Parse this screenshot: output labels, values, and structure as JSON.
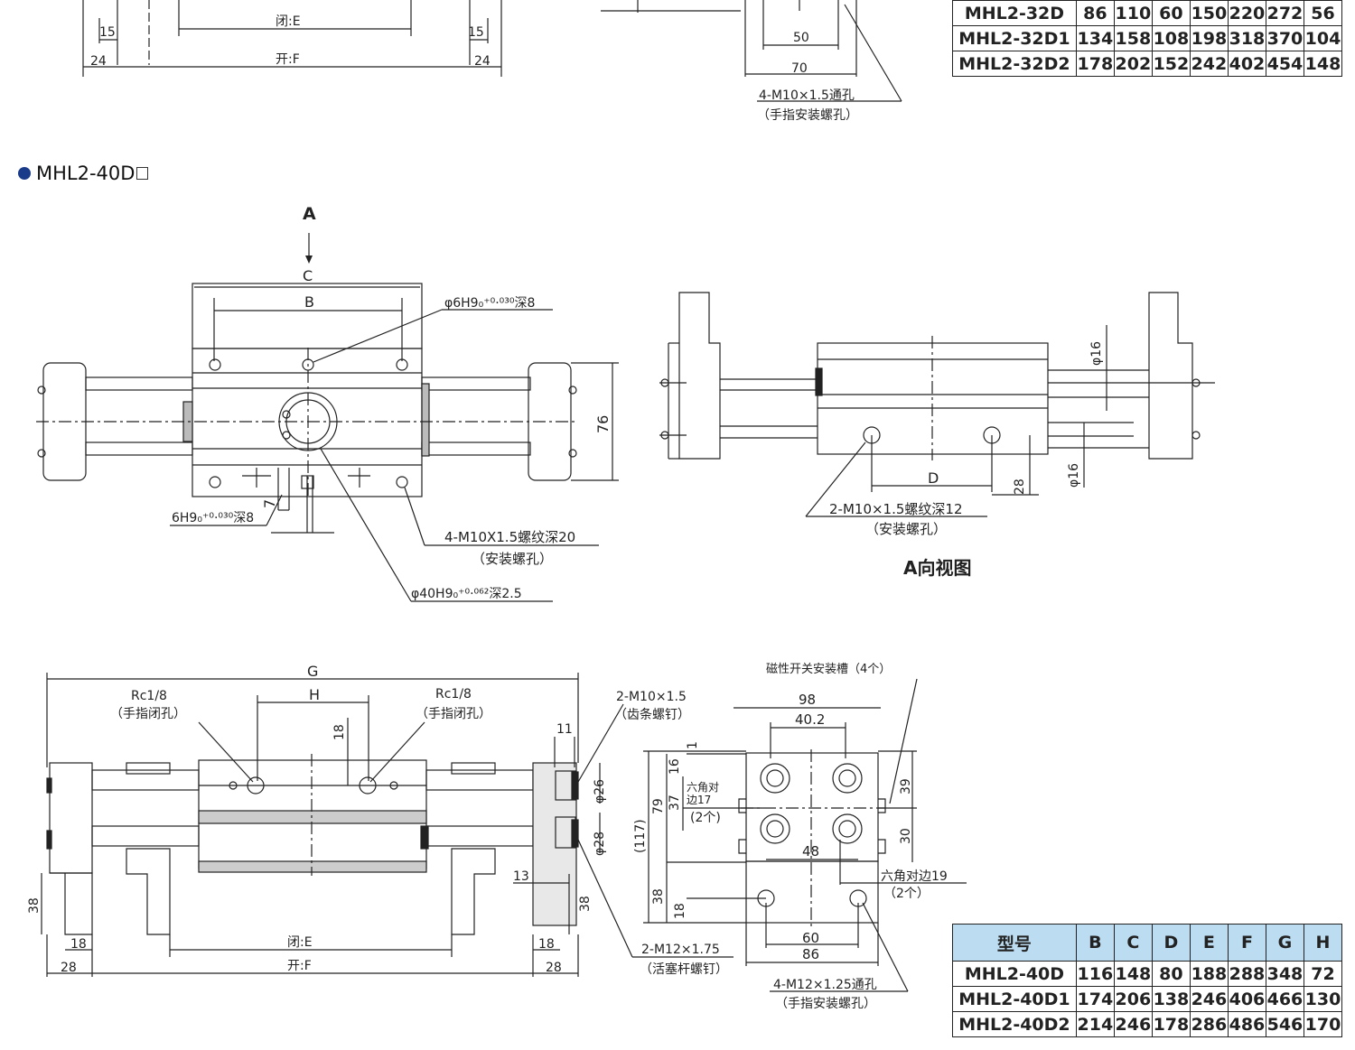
{
  "section_title": "MHL2-40D",
  "top_fragment": {
    "labels": {
      "close_e": "闭:E",
      "open_f": "开:F",
      "d15a": "15",
      "d15b": "15",
      "d24a": "24",
      "d24b": "24",
      "d50": "50",
      "d70": "70",
      "d1": "15",
      "hole_note": "4-M10×1.5通孔",
      "hole_note_sub": "（手指安装螺孔）"
    },
    "table_rows": [
      [
        "MHL2-32D",
        "86",
        "110",
        "60",
        "150",
        "220",
        "272",
        "56"
      ],
      [
        "MHL2-32D1",
        "134",
        "158",
        "108",
        "198",
        "318",
        "370",
        "104"
      ],
      [
        "MHL2-32D2",
        "178",
        "202",
        "152",
        "242",
        "402",
        "454",
        "148"
      ]
    ]
  },
  "front_view": {
    "A": "A",
    "C": "C",
    "B": "B",
    "d76": "76",
    "d7": "7",
    "pin_hole": "φ6H9₀⁺⁰·⁰³⁰深8",
    "pin_hole_bottom": "6H9₀⁺⁰·⁰³⁰深8",
    "mount_note": "4-M10X1.5螺纹深20",
    "mount_note_sub": "（安装螺孔）",
    "boss_note": "φ40H9₀⁺⁰·⁰⁶²深2.5"
  },
  "a_view": {
    "title": "A向视图",
    "phi16a": "φ16",
    "phi16b": "φ16",
    "D": "D",
    "d28": "28",
    "thread_note": "2-M10×1.5螺纹深12",
    "thread_note_sub": "（安装螺孔）"
  },
  "bottom_view": {
    "G": "G",
    "H": "H",
    "d18": "18",
    "rc_left": "Rc1/8",
    "rc_left_sub": "（手指闭孔）",
    "rc_right": "Rc1/8",
    "rc_right_sub": "（手指闭孔）",
    "rack_screw": "2-M10×1.5",
    "rack_screw_sub": "（齿条螺钉）",
    "d11": "11",
    "phi26": "φ26",
    "phi28": "φ28",
    "d13": "13",
    "d38a": "38",
    "d38b": "38",
    "d18a": "18",
    "d18b": "18",
    "d28a": "28",
    "d28b": "28",
    "close_e": "闭:E",
    "open_f": "开:F",
    "piston_screw": "2-M12×1.75",
    "piston_screw_sub": "（活塞杆螺钉）"
  },
  "side_view": {
    "slot_note": "磁性开关安装槽（4个）",
    "d98": "98",
    "d40_2": "40.2",
    "d1": "1",
    "d16": "16",
    "d37": "37",
    "d79": "79",
    "d117": "(117)",
    "hex17": "六角对",
    "hex17b": "边17",
    "hex17c": "(2个)",
    "d39": "39",
    "d30": "30",
    "d48": "48",
    "hex19": "六角对边19",
    "hex19_sub": "（2个）",
    "d38": "38",
    "d18": "18",
    "d60": "60",
    "d86": "86",
    "hole_note": "4-M12×1.25通孔",
    "hole_note_sub": "（手指安装螺孔）"
  },
  "table": {
    "headers": [
      "型号",
      "B",
      "C",
      "D",
      "E",
      "F",
      "G",
      "H"
    ],
    "rows": [
      [
        "MHL2-40D",
        "116",
        "148",
        "80",
        "188",
        "288",
        "348",
        "72"
      ],
      [
        "MHL2-40D1",
        "174",
        "206",
        "138",
        "246",
        "406",
        "466",
        "130"
      ],
      [
        "MHL2-40D2",
        "214",
        "246",
        "178",
        "286",
        "486",
        "546",
        "170"
      ]
    ]
  }
}
